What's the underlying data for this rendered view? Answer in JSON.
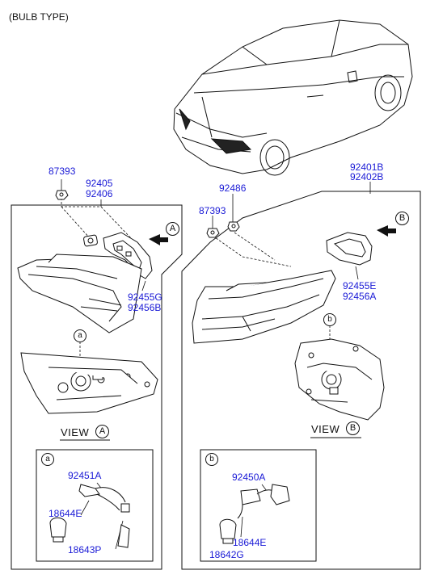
{
  "header": {
    "title": "(BULB TYPE)"
  },
  "parts": {
    "p87393_left": "87393",
    "p92405": "92405",
    "p92406": "92406",
    "p92486": "92486",
    "p87393_right": "87393",
    "p92401B": "92401B",
    "p92402B": "92402B",
    "p92455G": "92455G",
    "p92456B": "92456B",
    "p92455E": "92455E",
    "p92456A": "92456A",
    "p92451A": "92451A",
    "p18644E_left": "18644E",
    "p18643P": "18643P",
    "p92450A": "92450A",
    "p18644E_right": "18644E",
    "p18642G": "18642G"
  },
  "markers": {
    "A": "A",
    "B": "B",
    "a": "a",
    "b": "b"
  },
  "views": {
    "view_label": "VIEW",
    "view_a_marker": "A",
    "view_b_marker": "B"
  },
  "colors": {
    "part_number": "#1a1ad6",
    "line": "#111111"
  }
}
